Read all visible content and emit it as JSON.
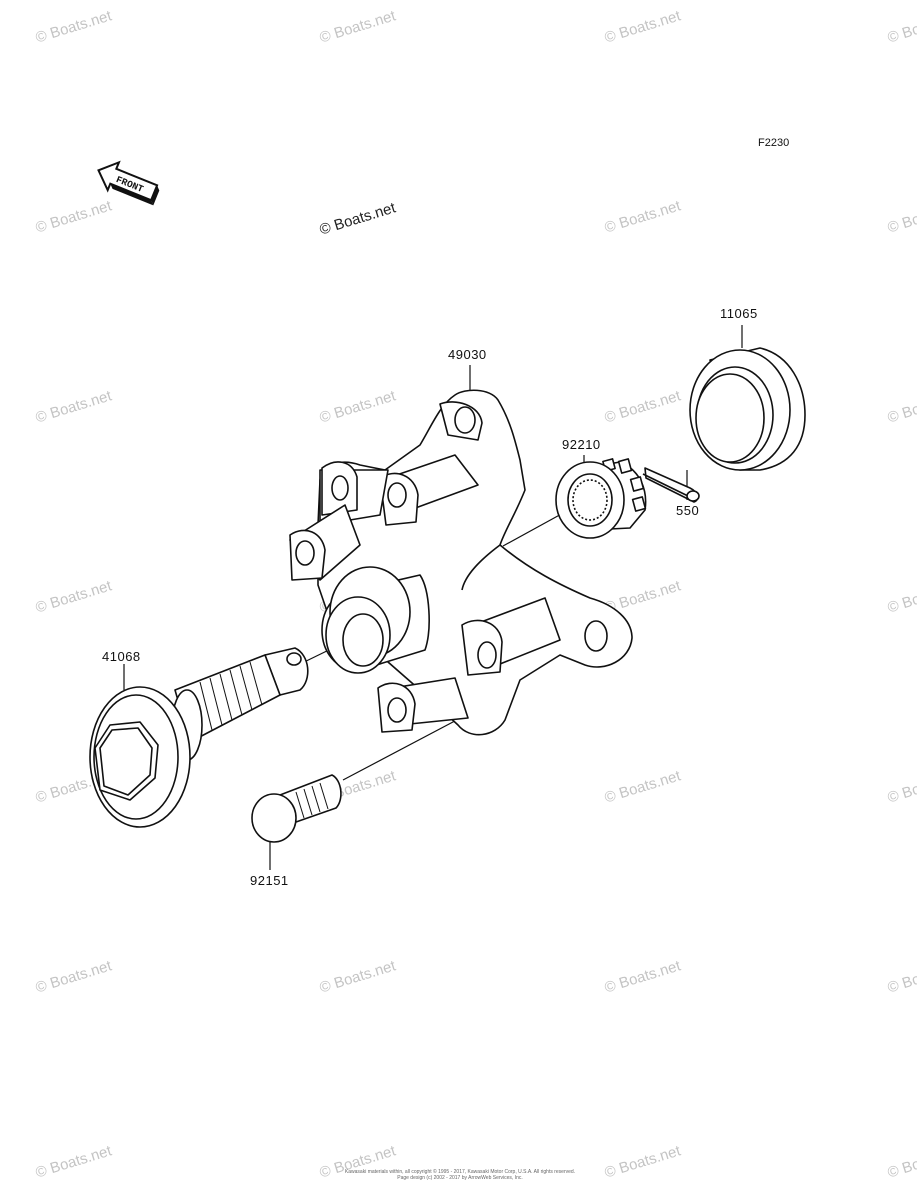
{
  "figure_code": "F2230",
  "front_marker": "FRONT",
  "watermark_text": "© Boats.net",
  "parts": [
    {
      "number": "11065"
    },
    {
      "number": "49030"
    },
    {
      "number": "92210"
    },
    {
      "number": "550"
    },
    {
      "number": "41068"
    },
    {
      "number": "92151"
    }
  ],
  "footer": {
    "line1": "Kawasaki materials within, all copyright © 1995 - 2017, Kawasaki Motor Corp, U.S.A. All rights reserved.",
    "line2": "Page design (c) 2002 - 2017 by ArrowWeb Services, Inc."
  },
  "colors": {
    "ink": "#111111",
    "watermark": "#c4c4c4",
    "background": "#ffffff"
  }
}
